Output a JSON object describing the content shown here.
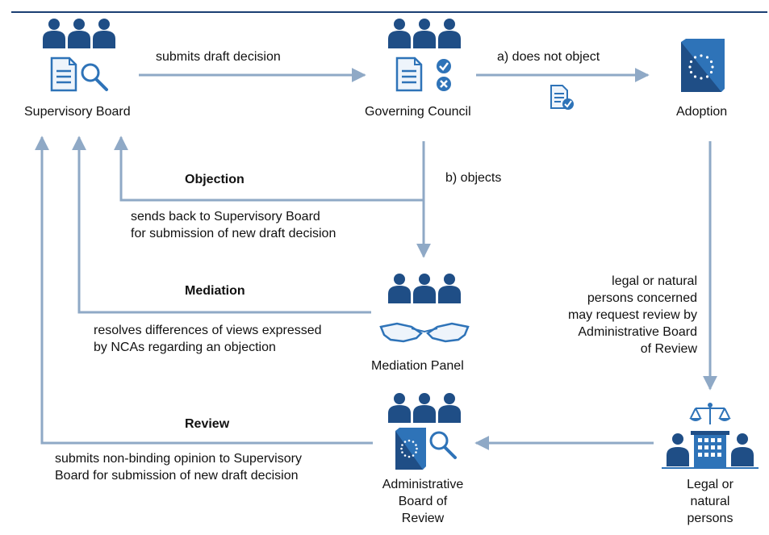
{
  "colors": {
    "icon_dark": "#1f4e86",
    "icon_light": "#2e73b8",
    "arrow": "#8fa9c6",
    "doc_fill": "#eef4fb",
    "rule": "#1b3f73"
  },
  "nodes": {
    "supervisory_board": "Supervisory Board",
    "governing_council": "Governing Council",
    "adoption": "Adoption",
    "mediation_panel": "Mediation Panel",
    "admin_board": [
      "Administrative",
      "Board of",
      "Review"
    ],
    "legal_persons": [
      "Legal or",
      "natural",
      "persons"
    ]
  },
  "edges": {
    "submits_draft": "submits draft decision",
    "does_not_object": "a) does not object",
    "objects": "b) objects",
    "objection_heading": "Objection",
    "objection_text": [
      "sends back to Supervisory Board",
      "for submission  of new draft decision"
    ],
    "mediation_heading": "Mediation",
    "mediation_text": [
      "resolves differences of views expressed",
      "by NCAs  regarding an objection"
    ],
    "review_heading": "Review",
    "review_text": [
      "submits non-binding  opinion to Supervisory",
      "Board for submission  of new draft decision"
    ],
    "legal_review": [
      "legal or natural",
      "persons concerned",
      "may request review by",
      "Administrative Board",
      "of Review"
    ]
  },
  "icons": [
    "people-group-icon",
    "document-search-icon",
    "document-check-cross-icon",
    "eu-book-icon",
    "document-check-icon",
    "handshake-icon",
    "scales-icon",
    "building-icon"
  ]
}
